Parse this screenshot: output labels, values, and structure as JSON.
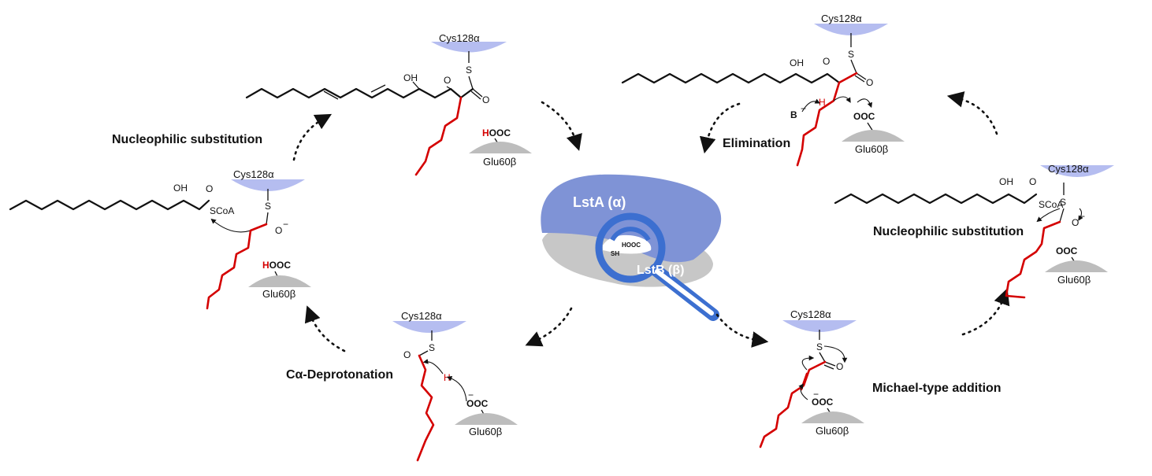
{
  "labels": {
    "cys": "Cys128α",
    "glu": "Glu60β",
    "lsta": "LstA (α)",
    "lstb": "LstB (β)",
    "sh": "SH",
    "hooc_site": "HOOC",
    "oh": "OH",
    "o": "O",
    "s": "S",
    "scoa": "SCoA",
    "hooc": "HOOC",
    "h_red": "H",
    "ooc": "OOC",
    "ooc_minus": "OOC",
    "b": "B",
    "minus": "−"
  },
  "steps": {
    "nucleophilic_left": "Nucleophilic substitution",
    "nucleophilic_right": "Nucleophilic substitution",
    "elimination": "Elimination",
    "deprotonation": "Cα-Deprotonation",
    "michael": "Michael-type addition"
  },
  "colors": {
    "alpha_domain": "#7f93d6",
    "beta_domain": "#c7c7c7",
    "cys_cap": "#b5bdf0",
    "glu_cap": "#bdbdbd",
    "magnifier": "#3c6fd0",
    "red_chain": "#d40000"
  }
}
